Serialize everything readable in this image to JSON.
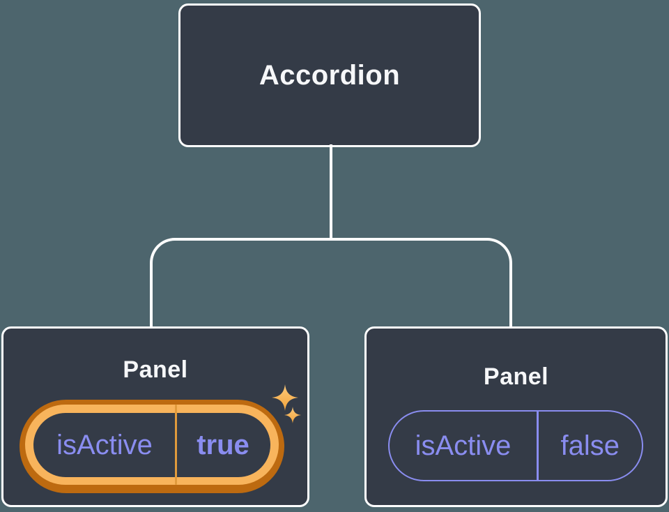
{
  "diagram": {
    "root": {
      "label": "Accordion"
    },
    "panels": [
      {
        "title": "Panel",
        "state": {
          "name": "isActive",
          "value": "true"
        },
        "highlighted": true
      },
      {
        "title": "Panel",
        "state": {
          "name": "isActive",
          "value": "false"
        },
        "highlighted": false
      }
    ]
  },
  "icons": {
    "highlight": "sparkle-icon"
  },
  "colors": {
    "background": "#4d656d",
    "node-bg": "#343b47",
    "node-border": "#ffffff",
    "line": "#ffffff",
    "text-light": "#f6f7f9",
    "state-purple": "#8a8df0",
    "highlight-outer": "#bd6a10",
    "highlight-inner": "#f8b45c",
    "highlight-divider": "#e09a3c",
    "sparkle-light": "#fdc97a",
    "sparkle-dark": "#f2a43c"
  }
}
